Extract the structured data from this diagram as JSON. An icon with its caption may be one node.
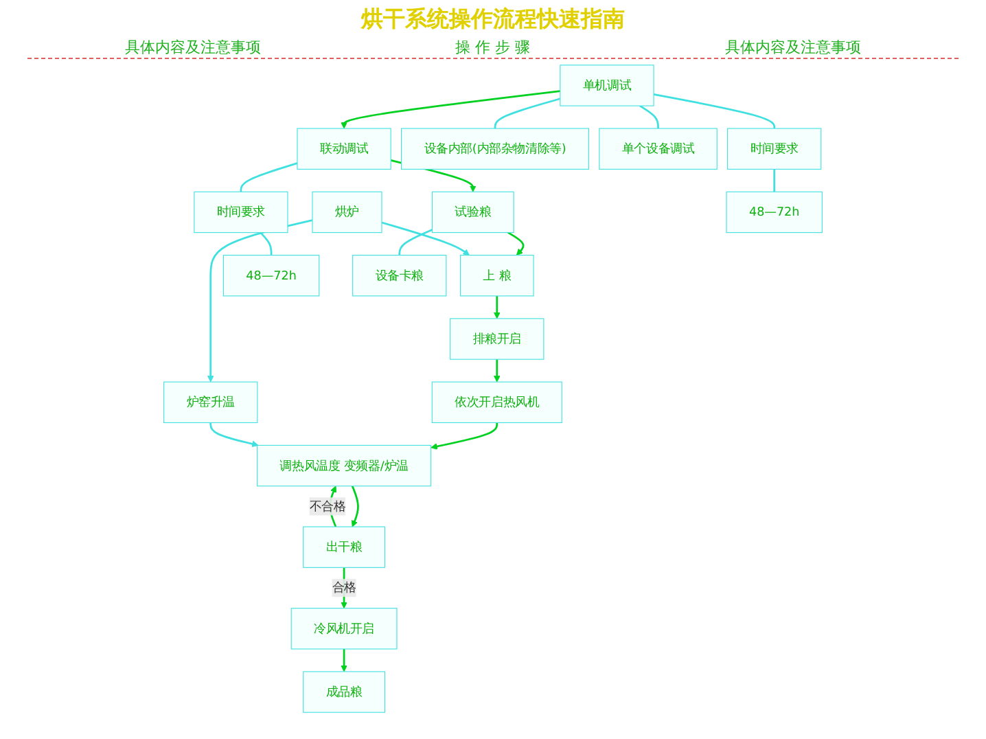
{
  "diagram": {
    "title": "烘干系统操作流程快速指南",
    "nodes": [
      {
        "text": [
          "单机调试"
        ]
      },
      {
        "text": [
          "联动调试"
        ]
      },
      {
        "text": [
          "试验粮"
        ]
      },
      {
        "text": [
          "上 粮"
        ]
      },
      {
        "text": [
          "排粮开启"
        ]
      },
      {
        "text": [
          "依次开启热风机"
        ]
      },
      {
        "text": [
          "调热风温度 变频器/炉温"
        ]
      },
      {
        "text": [
          "出干粮"
        ]
      },
      {
        "text": [
          "冷风机开启"
        ]
      },
      {
        "text": [
          "成品粮"
        ]
      },
      {
        "text": [
          "烘炉"
        ]
      },
      {
        "text": [
          "炉窑升温"
        ]
      },
      {
        "text": [
          "设备内部(内部杂物清除等)"
        ]
      },
      {
        "text": [
          "单个设备调试"
        ]
      },
      {
        "text": [
          "时间要求"
        ]
      },
      {
        "text": [
          "48—72h"
        ]
      },
      {
        "text": [
          "时间要求"
        ]
      },
      {
        "text": [
          "48—72h"
        ]
      },
      {
        "text": [
          "设备卡粮"
        ]
      }
    ],
    "edges": [
      {
        "from": 0,
        "to": 1,
        "arrow": "to"
      },
      {
        "from": 1,
        "to": 2,
        "arrow": "to"
      },
      {
        "from": 2,
        "to": 3,
        "arrow": "to"
      },
      {
        "from": 3,
        "to": 4,
        "arrow": "to"
      },
      {
        "from": 4,
        "to": 5,
        "arrow": "to"
      },
      {
        "from": 5,
        "to": 6,
        "arrow": "to"
      },
      {
        "from": 6,
        "to": 7,
        "arrow": "to"
      },
      {
        "from": 7,
        "to": 6,
        "arrow": "to",
        "label": "不合格"
      },
      {
        "from": 7,
        "to": 8,
        "arrow": "to",
        "label": "合格"
      },
      {
        "from": 8,
        "to": 9,
        "arrow": "to"
      },
      {
        "from": 10,
        "to": 11,
        "arrow": "to",
        "color": "#40e0e0"
      },
      {
        "from": 10,
        "to": 3,
        "arrow": "to",
        "color": "#40e0e0"
      },
      {
        "from": 11,
        "to": 6,
        "arrow": "to",
        "color": "#40e0e0"
      },
      {
        "from": 0,
        "to": 12,
        "arrow": "none",
        "color": "#40e0e0"
      },
      {
        "from": 0,
        "to": 13,
        "arrow": "none",
        "color": "#40e0e0"
      },
      {
        "from": 0,
        "to": 14,
        "arrow": "none",
        "color": "#40e0e0"
      },
      {
        "from": 14,
        "to": 15,
        "arrow": "none",
        "color": "#40e0e0"
      },
      {
        "from": 1,
        "to": 16,
        "arrow": "none",
        "color": "#40e0e0"
      },
      {
        "from": 16,
        "to": 17,
        "arrow": "none",
        "color": "#40e0e0"
      },
      {
        "from": 2,
        "to": 18,
        "arrow": "none",
        "color": "#40e0e0"
      }
    ],
    "labels": [
      "具体内容及注意事项",
      "操 作 步 骤",
      "具体内容及注意事项"
    ]
  }
}
